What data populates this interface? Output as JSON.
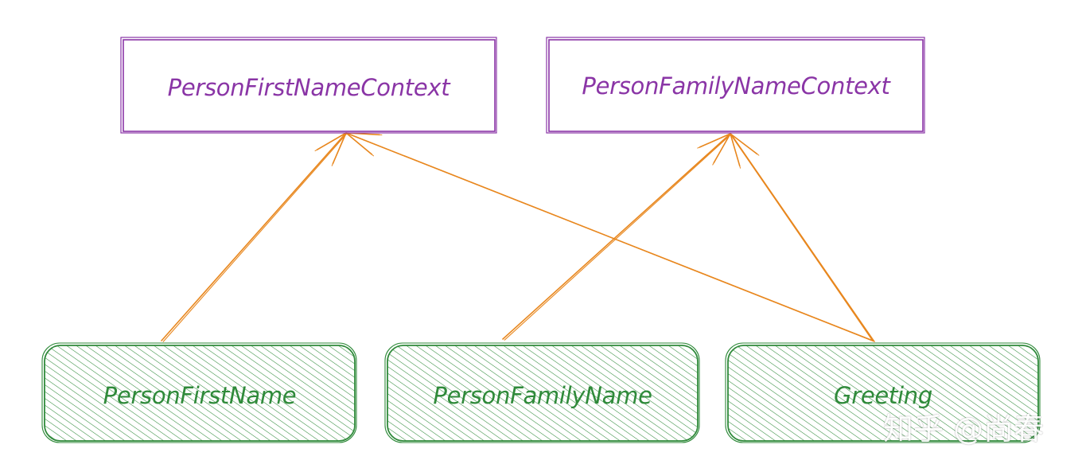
{
  "colors": {
    "context_stroke": "#8a35a6",
    "context_text": "#8a35a6",
    "component_stroke": "#2f8a3a",
    "component_fill": "#c9ecc9",
    "component_text": "#2f8a3a",
    "arrow": "#e8871e"
  },
  "contexts": [
    {
      "id": "first-name-context",
      "label": "PersonFirstNameContext"
    },
    {
      "id": "family-name-context",
      "label": "PersonFamilyNameContext"
    }
  ],
  "components": [
    {
      "id": "person-first-name",
      "label": "PersonFirstName"
    },
    {
      "id": "person-family-name",
      "label": "PersonFamilyName"
    },
    {
      "id": "greeting",
      "label": "Greeting"
    }
  ],
  "edges": [
    {
      "from": "person-first-name",
      "to": "first-name-context"
    },
    {
      "from": "person-family-name",
      "to": "family-name-context"
    },
    {
      "from": "greeting",
      "to": "first-name-context"
    },
    {
      "from": "greeting",
      "to": "family-name-context"
    }
  ],
  "watermark": "知乎 @尚春"
}
